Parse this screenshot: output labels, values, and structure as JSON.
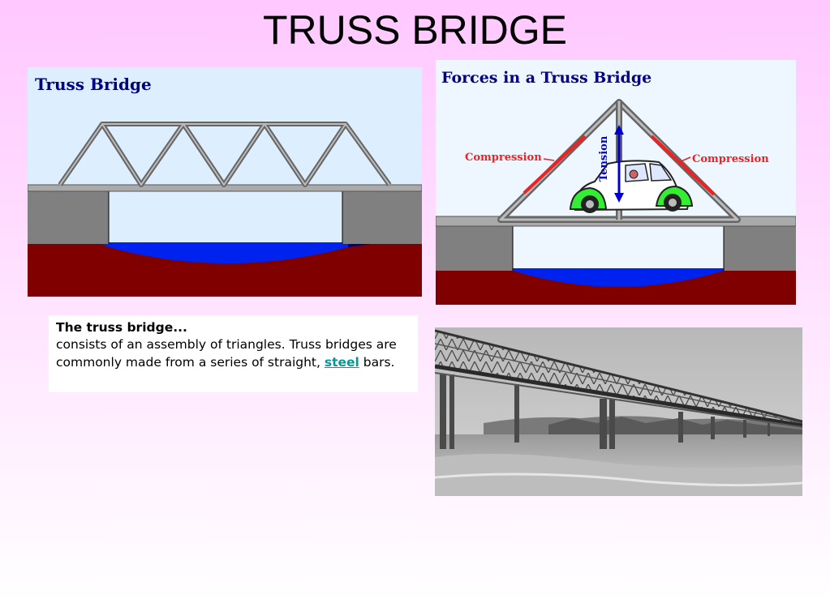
{
  "page": {
    "title": "TRUSS BRIDGE"
  },
  "left_diagram": {
    "title": "Truss Bridge"
  },
  "right_diagram": {
    "title": "Forces in a Truss Bridge",
    "label_left": "Compression",
    "label_right": "Compression",
    "label_vertical": "Tension"
  },
  "description": {
    "lead": "The truss bridge...",
    "text_before_link": "consists of an assembly of triangles. Truss bridges are commonly made from a series of straight, ",
    "link_text": "steel",
    "text_after_link": " bars."
  },
  "colors": {
    "sky": "#ddeeff",
    "earth": "#800000",
    "water": "#0022ee",
    "steel_gray": "#808080",
    "compression_red": "#ee2222",
    "tension_blue": "#0000cc",
    "title_navy": "#000080"
  }
}
